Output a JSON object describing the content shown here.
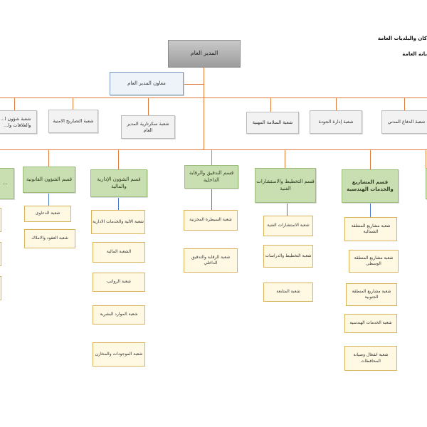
{
  "title": {
    "line1": "كان والبلديات العامة",
    "line2": "يانة العامة"
  },
  "director": "المدير العام",
  "assistant": "معاون المدير العام",
  "sections": [
    "شعبة شؤون ا...\nوالعلاقات وا...",
    "شعبة التصاريح الامنية",
    "شعبة سكرتارية المدير العام",
    "شعبة السلامة المهنية",
    "شعبة إدارة الجودة",
    "شعبة الدفاع المدني"
  ],
  "departments": {
    "partial": "...",
    "legal": {
      "name": "قسم الشؤون القانونية",
      "units": [
        "شعبة الدعاوى",
        "شعبة العقود والاملاك"
      ]
    },
    "admin": {
      "name": "قسم الشؤون الإدارية والمالية",
      "units": [
        "شعبة الالية والخدمات الادارية",
        "الشعبة المالية",
        "شعبة الرواتب",
        "شعبة الموارد البشرية",
        "شعبة الموجودات والمخازن"
      ]
    },
    "audit": {
      "name": "قسم التدقيق والرقابة الداخلية",
      "units": [
        "شعبة السيطرة المخزنية",
        "شعبة الرقابة والتدقيق الداخلي"
      ]
    },
    "planning": {
      "name": "قسم التخطيط والاستشارات الفنية",
      "units": [
        "شعبة الاستشارات الفنية",
        "شعبة التخطيط والدراسات",
        "شعبة المتابعة"
      ]
    },
    "projects": {
      "name": "قسم المشاريع والخدمات الهندسية",
      "units": [
        "شعبة مشاريع المنطقة الشمالية",
        "شعبة مشاريع المنطقة الوسطى",
        "شعبة مشاريع المنطقة الجنوبية",
        "شعبة الخدمات الهندسية",
        "شعبة اشغال وصيانة المحافظات"
      ]
    }
  },
  "colors": {
    "connector": "#e07b39",
    "department_fill": "#c9dfb1",
    "unit_border": "#d9b35a"
  }
}
